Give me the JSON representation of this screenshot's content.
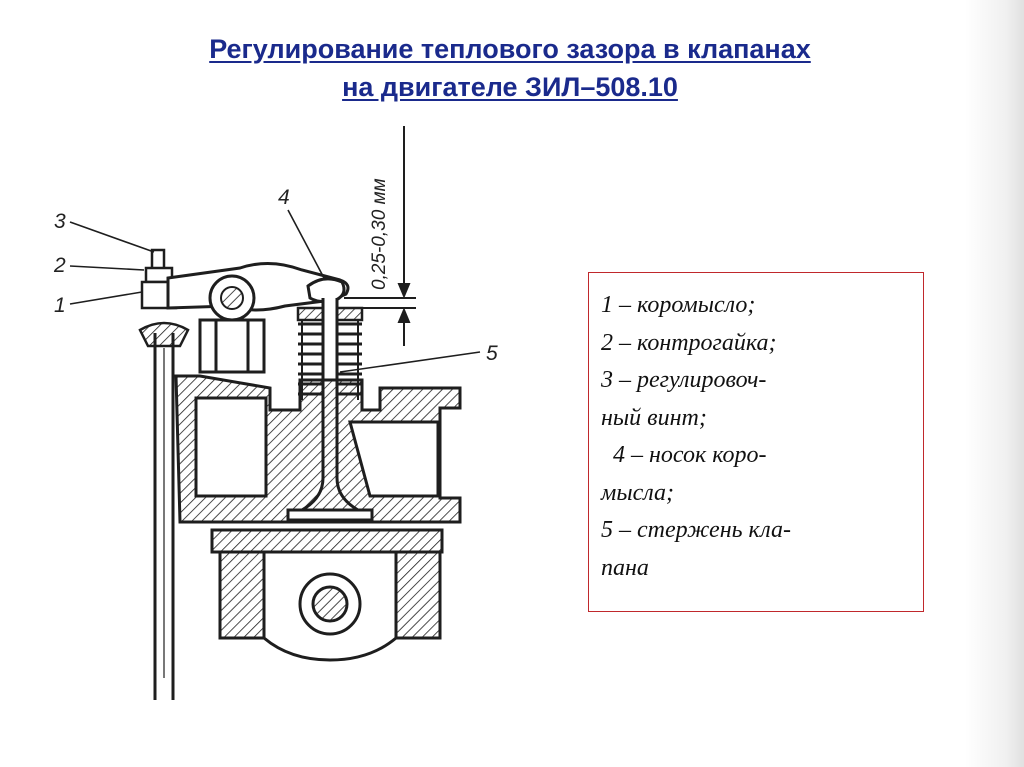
{
  "title": {
    "line1": "Регулирование теплового зазора в клапанах",
    "line2": "на двигателе ЗИЛ–508.10"
  },
  "diagram": {
    "callouts": [
      "1",
      "2",
      "3",
      "4",
      "5"
    ],
    "dimension": "0,25-0,30 мм"
  },
  "legend": {
    "lines": [
      "1 – коромысло;",
      "2 – контрогайка;",
      "3 – регулировоч-",
      "ный винт;",
      "  4 – носок коро-",
      "мысла;",
      "5 – стержень кла-",
      "пана"
    ]
  },
  "colors": {
    "title": "#1a2a8c",
    "legend_border": "#c0282c",
    "drawing": "#1e1e1e"
  }
}
